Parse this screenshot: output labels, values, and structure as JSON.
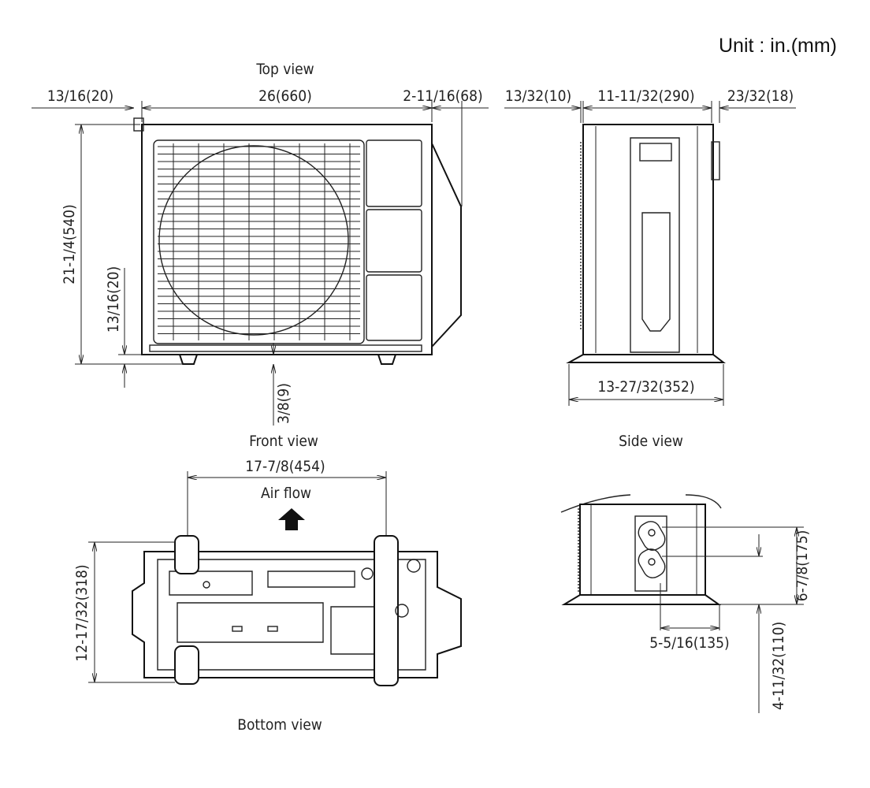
{
  "unit_label": "Unit : in.(mm)",
  "views": {
    "top": "Top view",
    "front": "Front view",
    "side": "Side view",
    "bottom": "Bottom view"
  },
  "front_dims": {
    "left_overhang": "13/16(20)",
    "width": "26(660)",
    "right_overhang": "2-11/16(68)",
    "height": "21-1/4(540)",
    "foot_height": "13/16(20)",
    "bottom_offset": "3/8(9)"
  },
  "side_dims": {
    "rear_offset": "13/32(10)",
    "depth": "11-11/32(290)",
    "front_offset": "23/32(18)",
    "base_depth": "13-27/32(352)"
  },
  "bottom_dims": {
    "foot_spacing": "17-7/8(454)",
    "air_flow": "Air flow",
    "depth": "12-17/32(318)"
  },
  "valve_dims": {
    "valve_height": "6-7/8(175)",
    "valve_offset": "5-5/16(135)",
    "lower_valve_height": "4-11/32(110)"
  }
}
